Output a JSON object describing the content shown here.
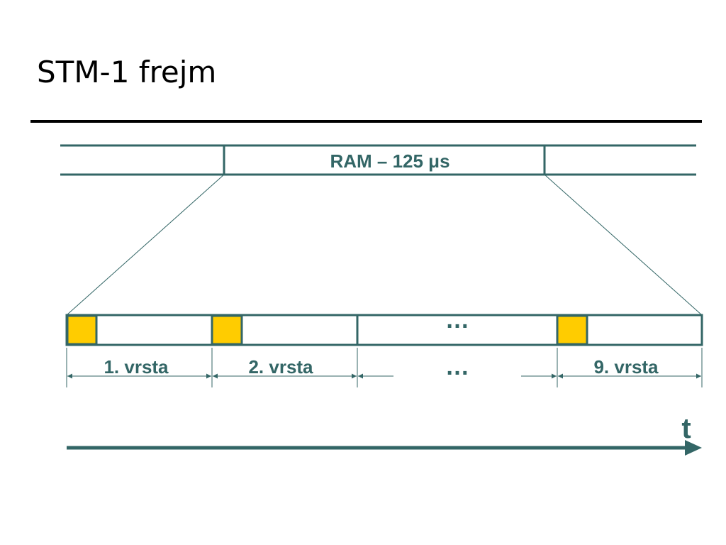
{
  "title": "STM-1 frejm",
  "frame": {
    "label": "RAM – 125 μs"
  },
  "rows": [
    {
      "label": "1. vrsta"
    },
    {
      "label": "2. vrsta"
    },
    {
      "label": "…"
    },
    {
      "label": "9. vrsta"
    }
  ],
  "ellipsis_top": "…",
  "time_axis": {
    "label": "t"
  },
  "colors": {
    "line": "#336666",
    "overhead": "#FFCC00",
    "rule": "#000000"
  }
}
